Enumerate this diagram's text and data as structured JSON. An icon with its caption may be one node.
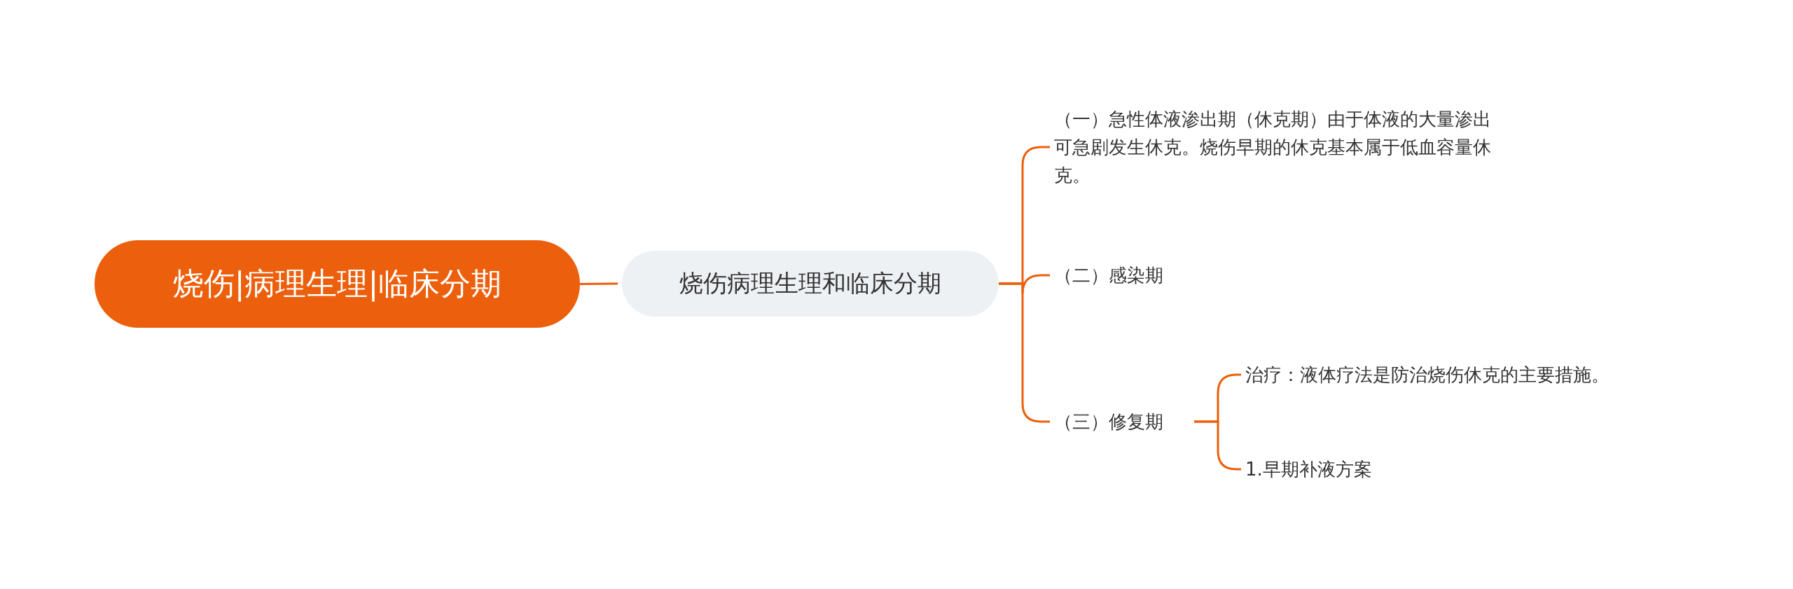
{
  "diagram": {
    "nodes": [
      {
        "text": [
          "烧伤|病理生理|临床分期"
        ]
      },
      {
        "text": [
          "烧伤病理生理和临床分期"
        ]
      },
      {
        "text": [
          "（一）急性体液渗出期（休克期）由于体液的大量渗出可急剧发生休克。烧伤早期的休克基本属于低血容量休克。"
        ]
      },
      {
        "text": [
          "（二）感染期"
        ]
      },
      {
        "text": [
          "（三）修复期"
        ]
      },
      {
        "text": [
          "治疗：液体疗法是防治烧伤休克的主要措施。"
        ]
      },
      {
        "text": [
          "1.早期补液方案"
        ]
      }
    ],
    "edges": [
      {
        "from": 0,
        "to": 1,
        "arrow": "none"
      },
      {
        "from": 1,
        "to": 2,
        "arrow": "none"
      },
      {
        "from": 1,
        "to": 3,
        "arrow": "none"
      },
      {
        "from": 1,
        "to": 4,
        "arrow": "none"
      },
      {
        "from": 4,
        "to": 5,
        "arrow": "none"
      },
      {
        "from": 4,
        "to": 6,
        "arrow": "none"
      }
    ]
  }
}
